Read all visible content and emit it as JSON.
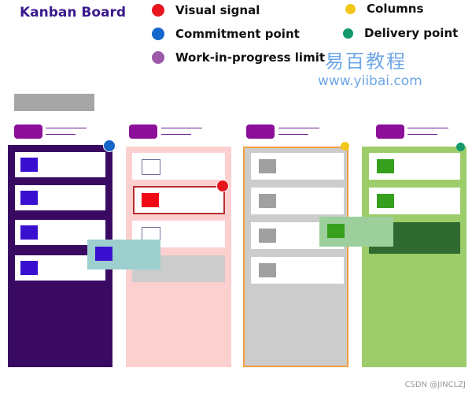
{
  "title": "Kanban Board",
  "legend": [
    {
      "label": "Visual signal",
      "color": "#e8141e",
      "icon": "red-dot-icon"
    },
    {
      "label": "Commitment point",
      "color": "#1466c8",
      "icon": "blue-dot-icon"
    },
    {
      "label": "Work-in-progress limit",
      "color": "#9b59a8",
      "icon": "purple-dot-icon"
    },
    {
      "label": "Columns",
      "color": "#f2c71c",
      "icon": "yellow-dot-icon"
    },
    {
      "label": "Delivery point",
      "color": "#13996a",
      "icon": "green-dot-icon"
    }
  ],
  "watermark": {
    "cn": "易百教程",
    "en": "www.yiibai.com"
  },
  "credit": "CSDN @JINCLZJ",
  "colors": {
    "col_purple": "#3a0a63",
    "col_pink": "#fdd0d0",
    "col_gray": "#cccccc",
    "col_green": "#9ccd6a",
    "card_purple_sq": "#3a10d0",
    "card_red_sq": "#f00a14",
    "card_gray_sq": "#a0a0a0",
    "card_green_sq": "#36a01e",
    "moving_blue": "#9dcfcf",
    "moving_green": "#9ccf9c",
    "dark_green": "#2f6b30",
    "header_pill": "#8c0f99"
  }
}
